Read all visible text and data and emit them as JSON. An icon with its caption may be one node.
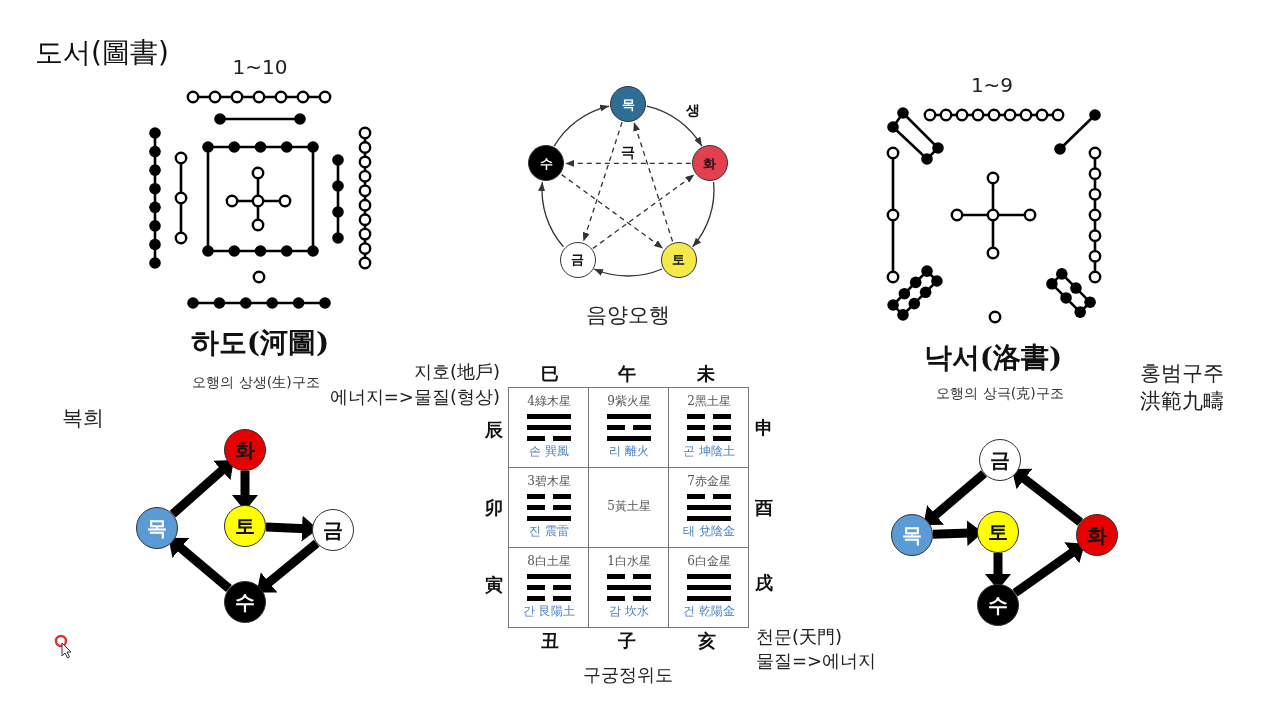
{
  "diagram": {
    "title": "도서(圖書)",
    "nodes": [
      {
        "text": [
          "목"
        ]
      },
      {
        "text": [
          "수"
        ]
      },
      {
        "text": [
          "화"
        ]
      },
      {
        "text": [
          "금"
        ]
      },
      {
        "text": [
          "토"
        ]
      },
      {
        "text": [
          "화"
        ]
      },
      {
        "text": [
          "목"
        ]
      },
      {
        "text": [
          "토"
        ]
      },
      {
        "text": [
          "금"
        ]
      },
      {
        "text": [
          "수"
        ]
      },
      {
        "text": [
          "금"
        ]
      },
      {
        "text": [
          "목"
        ]
      },
      {
        "text": [
          "토"
        ]
      },
      {
        "text": [
          "화"
        ]
      },
      {
        "text": [
          "수"
        ]
      }
    ],
    "edges": [
      {
        "from": 1,
        "to": 0,
        "arrow": "to"
      },
      {
        "from": 0,
        "to": 2,
        "arrow": "to",
        "label": "생"
      },
      {
        "from": 2,
        "to": 4,
        "arrow": "to"
      },
      {
        "from": 4,
        "to": 3,
        "arrow": "to"
      },
      {
        "from": 3,
        "to": 1,
        "arrow": "to"
      },
      {
        "from": 2,
        "to": 1,
        "arrow": "to",
        "label": "극",
        "style": "dashed"
      },
      {
        "from": 0,
        "to": 3,
        "arrow": "to",
        "style": "dashed"
      },
      {
        "from": 4,
        "to": 0,
        "arrow": "to",
        "style": "dashed"
      },
      {
        "from": 3,
        "to": 2,
        "arrow": "to",
        "style": "dashed"
      },
      {
        "from": 1,
        "to": 4,
        "arrow": "to",
        "style": "dashed"
      },
      {
        "from": 5,
        "to": 7,
        "arrow": "to",
        "style": "thick"
      },
      {
        "from": 7,
        "to": 8,
        "arrow": "to",
        "style": "thick"
      },
      {
        "from": 8,
        "to": 9,
        "arrow": "to",
        "style": "thick"
      },
      {
        "from": 9,
        "to": 6,
        "arrow": "to",
        "style": "thick"
      },
      {
        "from": 6,
        "to": 5,
        "arrow": "to",
        "style": "thick"
      },
      {
        "from": 10,
        "to": 11,
        "arrow": "to",
        "style": "thick"
      },
      {
        "from": 11,
        "to": 12,
        "arrow": "to",
        "style": "thick"
      },
      {
        "from": 12,
        "to": 14,
        "arrow": "to",
        "style": "thick"
      },
      {
        "from": 14,
        "to": 13,
        "arrow": "to",
        "style": "thick"
      },
      {
        "from": 13,
        "to": 10,
        "arrow": "to",
        "style": "thick"
      }
    ],
    "labels": [
      "1~10",
      "하도(河圖)",
      "오행의 상생(生)구조",
      "음양오행",
      "1~9",
      "낙서(洛書)",
      "오행의 상극(克)구조",
      "홍범구주",
      "洪範九疇",
      "복희",
      "지호(地戶)",
      "에너지=>물질(형상)",
      "巳",
      "午",
      "未",
      "辰",
      "4綠木星",
      "손 巽風",
      "9紫火星",
      "리 離火",
      "2黑土星",
      "곤 坤陰土",
      "申",
      "卯",
      "3碧木星",
      "진 震雷",
      "5黃土星",
      "7赤金星",
      "태 兌陰金",
      "酉",
      "寅",
      "8白土星",
      "간 艮陽土",
      "1白水星",
      "감 坎水",
      "6白金星",
      "건 乾陽金",
      "戌",
      "丑",
      "子",
      "亥",
      "천문(天門)",
      "물질=>에너지",
      "구궁정위도"
    ]
  }
}
